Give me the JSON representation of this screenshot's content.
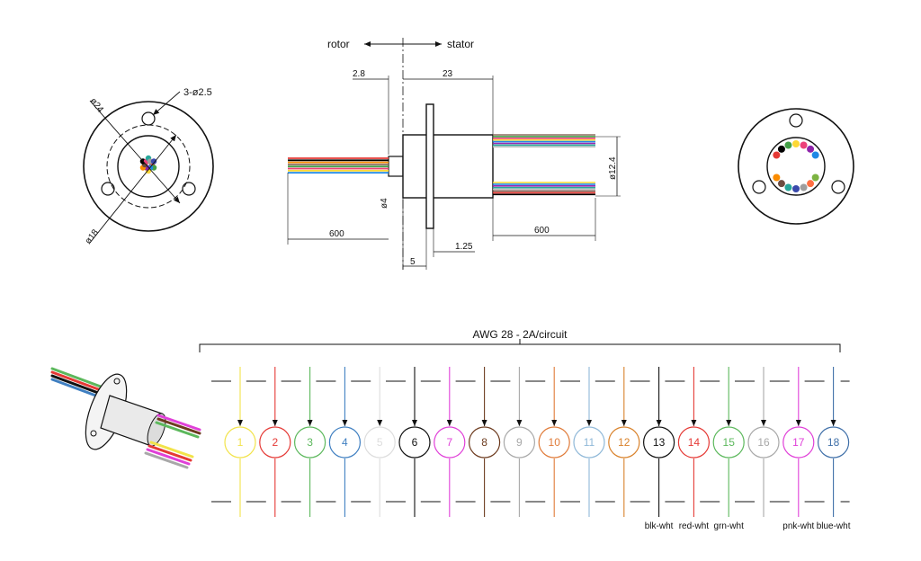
{
  "front_view": {
    "holes_label": "3-ø2.5",
    "outer_diameter_label": "ø24",
    "pitch_diameter_label": "ø18",
    "wire_colors": [
      "#e53935",
      "#43a047",
      "#1e88e5",
      "#fdd835",
      "#8e24aa",
      "#fb8c00",
      "#6d4c41",
      "#000000",
      "#ec407a",
      "#26a69a",
      "#9e9e9e",
      "#3949ab"
    ]
  },
  "side_view": {
    "rotor_label": "rotor",
    "stator_label": "stator",
    "dim_flange_offset": "2.8",
    "dim_stator_length": "23",
    "dim_shaft_diameter": "ø4",
    "dim_body_diameter": "ø12.4",
    "dim_rotor_lead": "600",
    "dim_stator_lead": "600",
    "dim_step": "5",
    "dim_flange_thickness": "1.25",
    "lead_colors": [
      "#e53935",
      "#000000",
      "#fb8c00",
      "#8d6e63",
      "#43a047",
      "#ec407a",
      "#fdd835",
      "#1e88e5",
      "#9c27b0",
      "#26a69a",
      "#bdbdbd",
      "#795548"
    ]
  },
  "rear_view": {
    "wire_colors": [
      "#e53935",
      "#000000",
      "#43a047",
      "#fdd835",
      "#ec407a",
      "#8e24aa",
      "#1e88e5",
      "#fb8c00",
      "#6d4c41",
      "#26a69a",
      "#3949ab",
      "#9e9e9e",
      "#ff7043",
      "#7cb342"
    ]
  },
  "circuit": {
    "title": "AWG 28 - 2A/circuit",
    "wires": [
      {
        "number": "1",
        "color": "#f2e34a",
        "label": ""
      },
      {
        "number": "2",
        "color": "#e53935",
        "label": ""
      },
      {
        "number": "3",
        "color": "#5cb85c",
        "label": ""
      },
      {
        "number": "4",
        "color": "#3f7fc1",
        "label": ""
      },
      {
        "number": "5",
        "color": "#dddddd",
        "label": ""
      },
      {
        "number": "6",
        "color": "#111111",
        "label": ""
      },
      {
        "number": "7",
        "color": "#e040d8",
        "label": ""
      },
      {
        "number": "8",
        "color": "#6d3b1f",
        "label": ""
      },
      {
        "number": "9",
        "color": "#a8a8a8",
        "label": ""
      },
      {
        "number": "10",
        "color": "#e07b39",
        "label": ""
      },
      {
        "number": "11",
        "color": "#8fb8d8",
        "label": ""
      },
      {
        "number": "12",
        "color": "#d9822b",
        "label": ""
      },
      {
        "number": "13",
        "color": "#111111",
        "label": "blk-wht"
      },
      {
        "number": "14",
        "color": "#e53935",
        "label": "red-wht"
      },
      {
        "number": "15",
        "color": "#5cb85c",
        "label": "grn-wht"
      },
      {
        "number": "16",
        "color": "#a8a8a8",
        "label": ""
      },
      {
        "number": "17",
        "color": "#e040d8",
        "label": "pnk-wht"
      },
      {
        "number": "18",
        "color": "#3f6fa8",
        "label": "blue-wht"
      }
    ]
  }
}
